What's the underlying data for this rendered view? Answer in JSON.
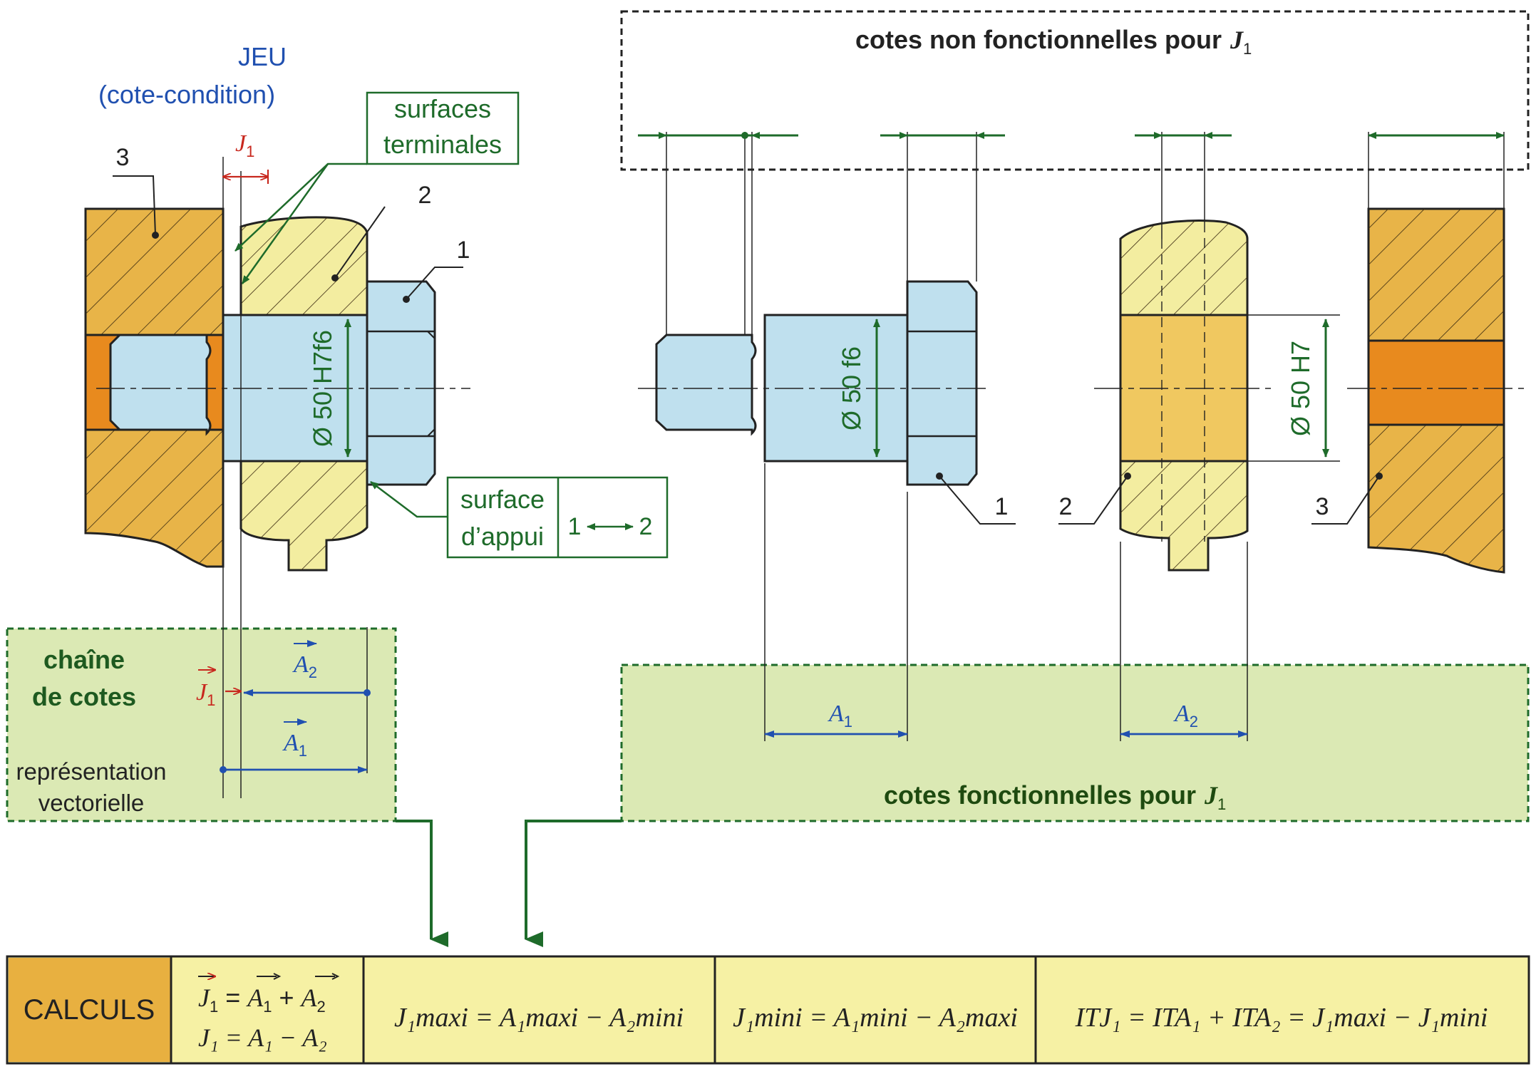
{
  "labels": {
    "jeu": "JEU",
    "cote_condition": "(cote-condition)",
    "surfaces_terminales_1": "surfaces",
    "surfaces_terminales_2": "terminales",
    "surface_appui_1": "surface",
    "surface_appui_2": "d’appui",
    "appui_pair_left": "1",
    "appui_pair_right": "2",
    "non_fonctionnelles": "cotes non fonctionnelles pour",
    "fonctionnelles": "cotes fonctionnelles pour",
    "chaine_1": "chaîne",
    "chaine_2": "de cotes",
    "repr_1": "représentation",
    "repr_2": "vectorielle",
    "dia_assembly": "Ø 50 H7f6",
    "dia_shaft": "Ø 50 f6",
    "dia_bore": "Ø 50 H7",
    "part_1": "1",
    "part_2": "2",
    "part_3": "3",
    "sym_J": "J",
    "sym_A": "A",
    "sub_1": "1",
    "sub_2": "2"
  },
  "calculs": {
    "title": "CALCULS",
    "eq_vec_lhs": "J",
    "eq_vec_sub": "1",
    "eq_vec_mid": " = ",
    "eq_vec_A1": "A",
    "eq_vec_plus": " + ",
    "eq_vec_A2": "A",
    "eq_scalar": "J₁ = A₁ − A₂",
    "maxi": "J₁maxi = A₁maxi − A₂mini",
    "mini": "J₁mini = A₁mini − A₂maxi",
    "it": "ITJ₁ = ITA₁ + ITA₂ = J₁maxi − J₁mini"
  },
  "colors": {
    "green": "#1e6b2a",
    "blue": "#2050b0",
    "red": "#c8281e",
    "part3": "#e8b448",
    "part2": "#f3eda0",
    "part2_bore": "#f0c860",
    "part3_bore": "#e88a1e",
    "shaft": "#bfe0ee",
    "box_green": "#dbe9b4",
    "calc_orange": "#e8b040",
    "calc_yellow": "#f6f1a4"
  }
}
